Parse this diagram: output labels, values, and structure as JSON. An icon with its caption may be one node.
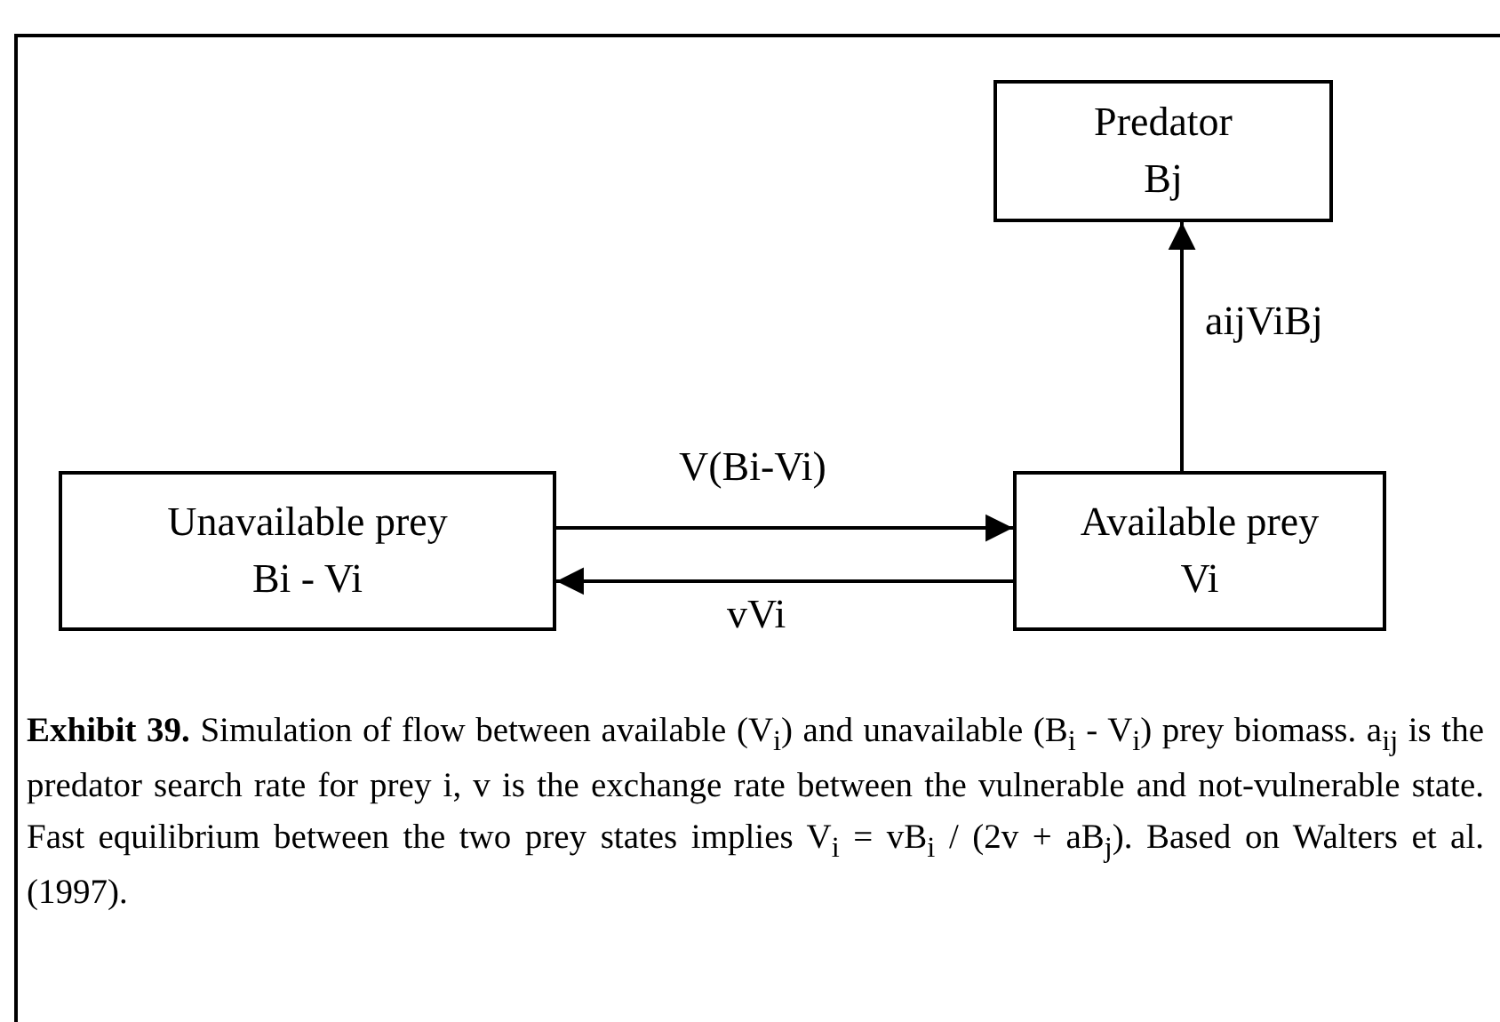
{
  "diagram": {
    "caption": "**Exhibit 39.** Simulation of flow between available (V$_{i}$) and unavailable (B$_{i}$ - V$_{i}$) prey biomass. a$_{ij}$ is the predator search rate for prey i, v is the exchange rate between the vulnerable and not-vulnerable state. Fast equilibrium between the two prey states implies V$_{i}$ = vB$_{i}$ / (2v + aB$_{j}$). Based on Walters et al. (1997).",
    "nodes": [
      {
        "text": [
          "Predator",
          "Bj"
        ]
      },
      {
        "text": [
          "Unavailable prey",
          "Bi - Vi"
        ]
      },
      {
        "text": [
          "Available prey",
          "Vi"
        ]
      }
    ],
    "edges": [
      {
        "from": 1,
        "to": 2,
        "arrow": "to",
        "label": "V(Bi-Vi)"
      },
      {
        "from": 2,
        "to": 1,
        "arrow": "to",
        "label": "vVi"
      },
      {
        "from": 2,
        "to": 0,
        "arrow": "to",
        "label": "aijViBj"
      }
    ]
  }
}
